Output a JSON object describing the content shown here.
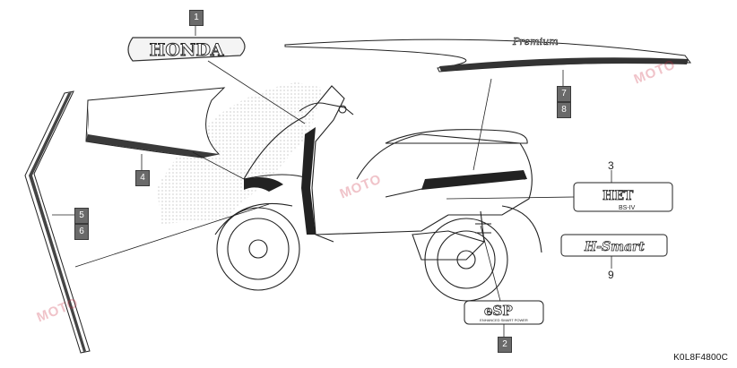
{
  "diagram": {
    "part_code": "K0L8F4800C",
    "callouts": {
      "c1": "1",
      "c2": "2",
      "c3": "3",
      "c4": "4",
      "c5": "5",
      "c6": "6",
      "c7": "7",
      "c8": "8",
      "c9": "9"
    },
    "emblems": {
      "honda": "HONDA",
      "premium": "Premium",
      "het_top": "HET",
      "het_bottom": "BS-IV",
      "esp_main": "eSP",
      "esp_sub": "ENHANCED SMART POWER",
      "hsmart": "H-Smart"
    },
    "watermark": "MOTO"
  }
}
